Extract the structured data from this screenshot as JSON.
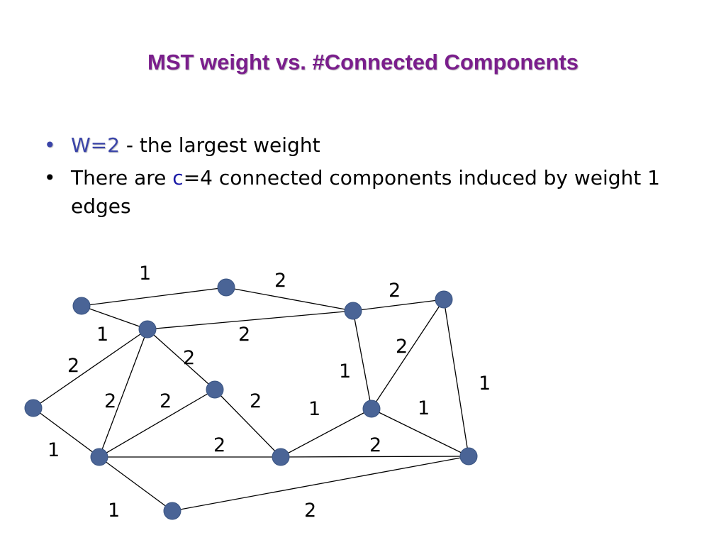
{
  "title": "MST weight vs. #Connected Components",
  "bullets": {
    "b1": {
      "dot": "•",
      "highlight": "W=2",
      "rest": " - the largest weight"
    },
    "b2": {
      "dot": "•",
      "pre": "There are ",
      "var": "c",
      "post": "=4 connected components induced by weight 1 edges"
    }
  },
  "colors": {
    "title": "#7a1e8c",
    "highlight": "#3a44a8",
    "node": "#4a6496"
  },
  "graph": {
    "edge_labels": [
      "1",
      "2",
      "2",
      "1",
      "2",
      "2",
      "2",
      "2",
      "2",
      "1",
      "2",
      "1",
      "1",
      "1",
      "2",
      "2",
      "1",
      "2",
      "1",
      "2"
    ]
  }
}
